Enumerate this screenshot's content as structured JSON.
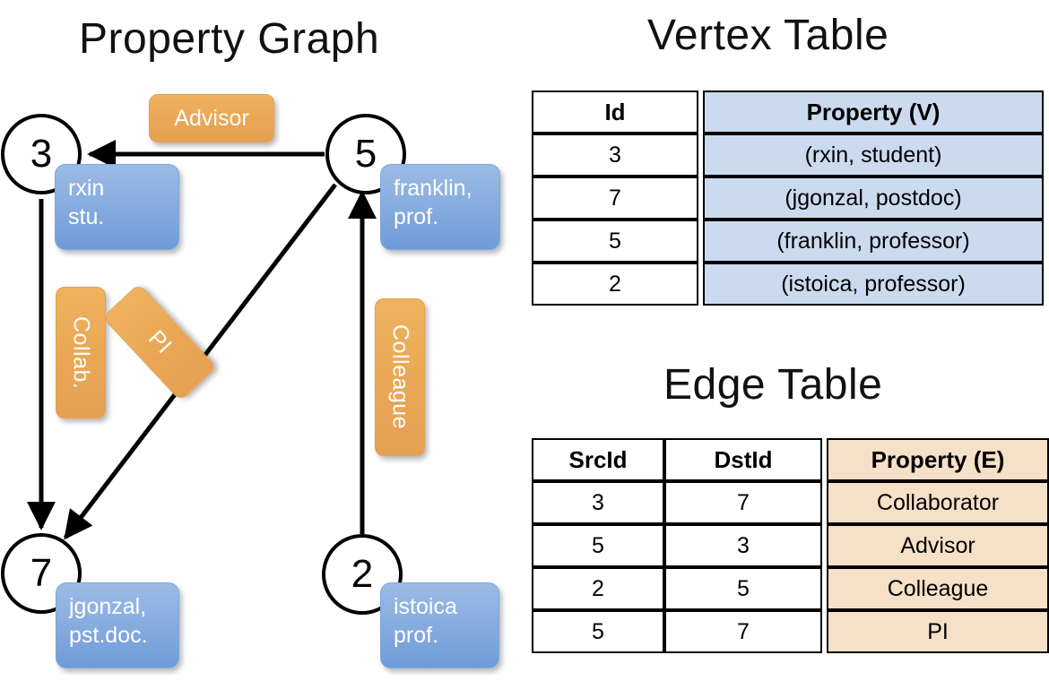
{
  "titles": {
    "property_graph": "Property Graph",
    "vertex_table": "Vertex Table",
    "edge_table": "Edge Table"
  },
  "graph": {
    "nodes": [
      {
        "id": "3",
        "label": "3",
        "property_line1": "rxin",
        "property_line2": "stu."
      },
      {
        "id": "5",
        "label": "5",
        "property_line1": "franklin,",
        "property_line2": "prof."
      },
      {
        "id": "7",
        "label": "7",
        "property_line1": "jgonzal,",
        "property_line2": "pst.doc."
      },
      {
        "id": "2",
        "label": "2",
        "property_line1": "istoica",
        "property_line2": "prof."
      }
    ],
    "edge_labels": [
      {
        "name": "advisor",
        "text": "Advisor"
      },
      {
        "name": "collab",
        "text": "Collab."
      },
      {
        "name": "pi",
        "text": "PI"
      },
      {
        "name": "colleague",
        "text": "Colleague"
      }
    ]
  },
  "vertex_table": {
    "headers": [
      "Id",
      "Property (V)"
    ],
    "rows": [
      {
        "id": "3",
        "property": "(rxin, student)"
      },
      {
        "id": "7",
        "property": "(jgonzal, postdoc)"
      },
      {
        "id": "5",
        "property": "(franklin, professor)"
      },
      {
        "id": "2",
        "property": "(istoica, professor)"
      }
    ]
  },
  "edge_table": {
    "headers": [
      "SrcId",
      "DstId",
      "Property (E)"
    ],
    "rows": [
      {
        "src": "3",
        "dst": "7",
        "property": "Collaborator"
      },
      {
        "src": "5",
        "dst": "3",
        "property": "Advisor"
      },
      {
        "src": "2",
        "dst": "5",
        "property": "Colleague"
      },
      {
        "src": "5",
        "dst": "7",
        "property": "PI"
      }
    ]
  },
  "colors": {
    "vertex_fill": "#ccdaef",
    "edge_fill": "#f6e0c7",
    "node_box": "#7ea6dd",
    "edge_label_box": "#eaa957",
    "stroke": "#000000"
  }
}
